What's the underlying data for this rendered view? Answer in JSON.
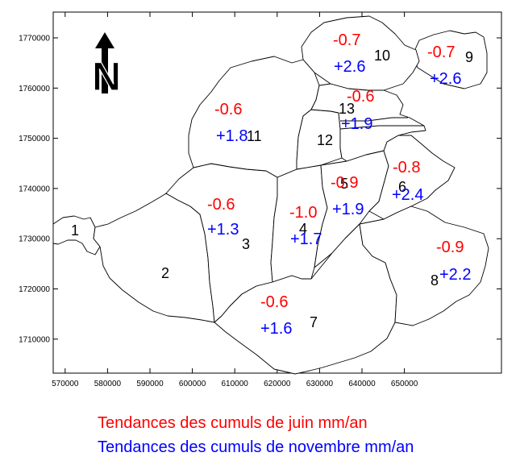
{
  "axes": {
    "x_ticks": [
      "570000",
      "580000",
      "590000",
      "600000",
      "610000",
      "620000",
      "630000",
      "640000",
      "650000"
    ],
    "y_ticks": [
      "1770000",
      "1760000",
      "1750000",
      "1740000",
      "1730000",
      "1720000",
      "1710000"
    ]
  },
  "north_arrow": {
    "label": "N",
    "icon": "north-arrow-icon"
  },
  "colors": {
    "june": "#ff0000",
    "november": "#0000ff",
    "outline": "#000000"
  },
  "regions": [
    {
      "id": "1",
      "june": "",
      "november": ""
    },
    {
      "id": "2",
      "june": "",
      "november": ""
    },
    {
      "id": "3",
      "june": "-0.6",
      "november": "+1.3"
    },
    {
      "id": "4",
      "june": "-1.0",
      "november": "+1.7"
    },
    {
      "id": "5",
      "june": "-0.9",
      "november": "+1.9"
    },
    {
      "id": "6",
      "june": "-0.8",
      "november": "+2.4"
    },
    {
      "id": "7",
      "june": "-0.6",
      "november": "+1.6"
    },
    {
      "id": "8",
      "june": "-0.9",
      "november": "+2.2"
    },
    {
      "id": "9",
      "june": "-0.7",
      "november": "+2.6"
    },
    {
      "id": "10",
      "june": "-0.7",
      "november": "+2.6"
    },
    {
      "id": "11",
      "june": "-0.6",
      "november": "+1.8"
    },
    {
      "id": "12",
      "june": "",
      "november": ""
    },
    {
      "id": "13",
      "june": "-0.6",
      "november": "+1.9"
    }
  ],
  "legend": {
    "june": "Tendances des cumuls de juin mm/an",
    "november": "Tendances des cumuls de novembre mm/an"
  }
}
